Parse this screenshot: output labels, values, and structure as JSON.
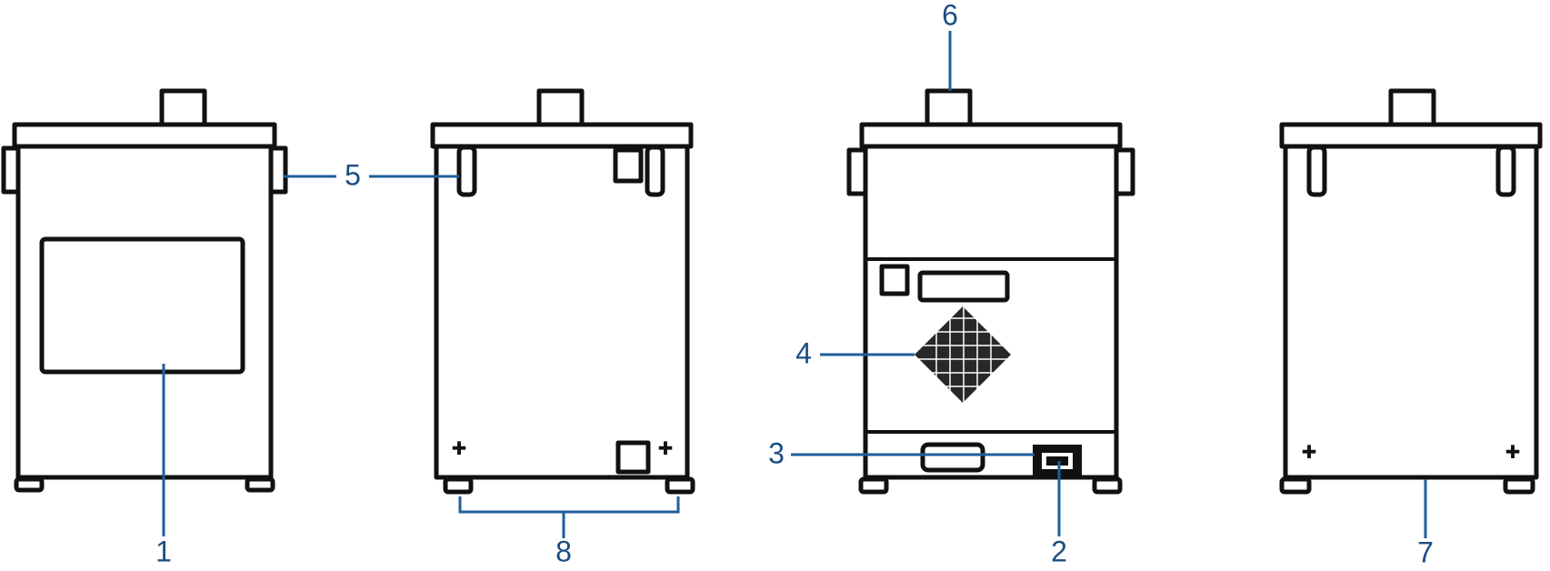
{
  "colors": {
    "outline": "#111111",
    "callout": "#1f5f9a",
    "callout_text": "#1a4e82"
  },
  "callouts": {
    "c1": "1",
    "c2": "2",
    "c3": "3",
    "c4": "4",
    "c5": "5",
    "c6": "6",
    "c7": "7",
    "c8": "8"
  }
}
